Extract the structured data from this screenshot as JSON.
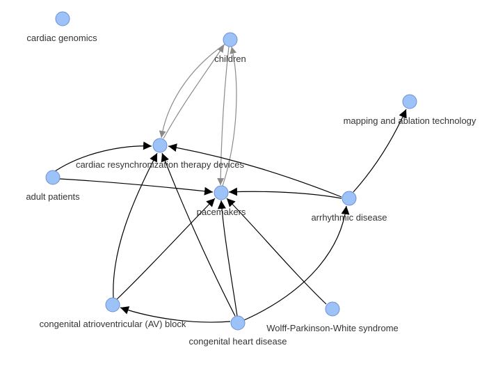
{
  "graph": {
    "node_color": "#9dc2f7",
    "nodes": [
      {
        "id": "cardiac_genomics",
        "label": "cardiac genomics"
      },
      {
        "id": "children",
        "label": "children"
      },
      {
        "id": "mapping_ablation",
        "label": "mapping and ablation technology"
      },
      {
        "id": "crt_devices",
        "label": "cardiac resynchronization therapy devices"
      },
      {
        "id": "adult_patients",
        "label": "adult patients"
      },
      {
        "id": "pacemakers",
        "label": "pacemakers"
      },
      {
        "id": "arrhythmic_disease",
        "label": "arrhythmic disease"
      },
      {
        "id": "congenital_av_block",
        "label": "congenital atrioventricular (AV) block"
      },
      {
        "id": "wpw_syndrome",
        "label": "Wolff-Parkinson-White syndrome"
      },
      {
        "id": "congenital_heart_disease",
        "label": "congenital heart disease"
      }
    ],
    "edges": [
      {
        "from": "children",
        "to": "crt_devices",
        "color": "gray"
      },
      {
        "from": "crt_devices",
        "to": "children",
        "color": "gray"
      },
      {
        "from": "children",
        "to": "pacemakers",
        "color": "gray"
      },
      {
        "from": "pacemakers",
        "to": "children",
        "color": "gray"
      },
      {
        "from": "adult_patients",
        "to": "crt_devices",
        "color": "black"
      },
      {
        "from": "adult_patients",
        "to": "pacemakers",
        "color": "black"
      },
      {
        "from": "arrhythmic_disease",
        "to": "crt_devices",
        "color": "black"
      },
      {
        "from": "arrhythmic_disease",
        "to": "pacemakers",
        "color": "black"
      },
      {
        "from": "arrhythmic_disease",
        "to": "mapping_ablation",
        "color": "black"
      },
      {
        "from": "congenital_av_block",
        "to": "crt_devices",
        "color": "black"
      },
      {
        "from": "congenital_av_block",
        "to": "pacemakers",
        "color": "black"
      },
      {
        "from": "congenital_heart_disease",
        "to": "crt_devices",
        "color": "black"
      },
      {
        "from": "congenital_heart_disease",
        "to": "pacemakers",
        "color": "black"
      },
      {
        "from": "congenital_heart_disease",
        "to": "congenital_av_block",
        "color": "black"
      },
      {
        "from": "congenital_heart_disease",
        "to": "arrhythmic_disease",
        "color": "black"
      },
      {
        "from": "wpw_syndrome",
        "to": "pacemakers",
        "color": "black"
      }
    ]
  }
}
